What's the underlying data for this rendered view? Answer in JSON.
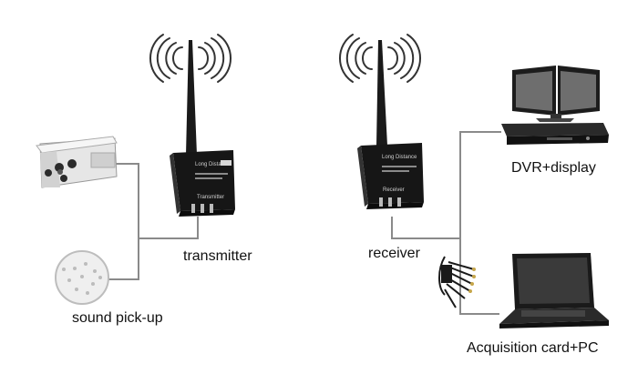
{
  "labels": {
    "transmitter": "transmitter",
    "receiver": "receiver",
    "sound": "sound pick-up",
    "dvr": "DVR+display",
    "acq": "Acquisition card+PC"
  },
  "devices": {
    "tx_face_line1": "Long Distance",
    "tx_face_name": "Transmitter",
    "rx_face_line1": "Long Distance",
    "rx_face_name": "Receiver"
  },
  "icons": [
    "signal-waves-icon",
    "antenna-icon",
    "camera-icon",
    "microphone-icon",
    "monitor-icon",
    "dvr-icon",
    "laptop-icon",
    "capture-cable-icon"
  ],
  "colors": {
    "line": "#8a8a8a",
    "device": "#1a1a1a",
    "text": "#111111"
  }
}
